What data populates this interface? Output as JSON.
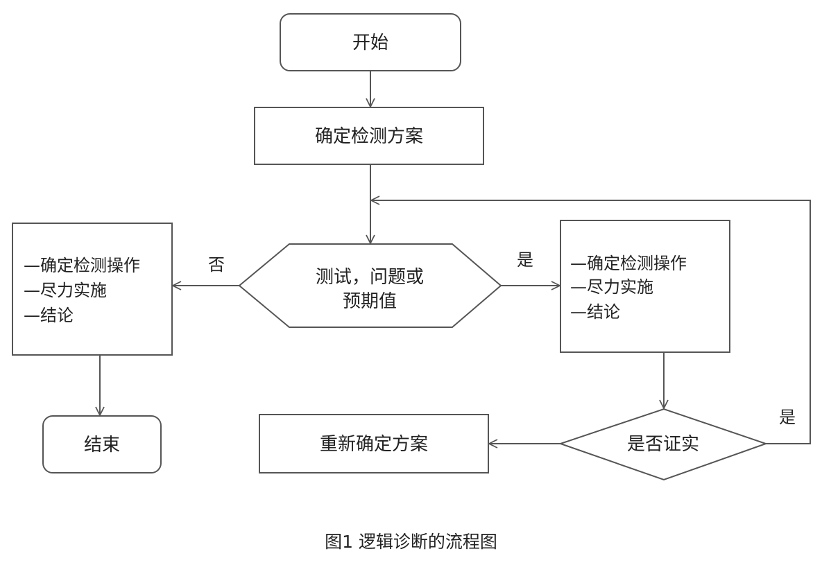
{
  "diagram": {
    "nodes": {
      "start": {
        "label": "开始"
      },
      "plan": {
        "label": "确定检测方案"
      },
      "test": {
        "lines": [
          "测试，问题或",
          "预期值"
        ]
      },
      "left_box": {
        "items": [
          "—确定检测操作",
          "—尽力实施",
          "—结论"
        ]
      },
      "right_box": {
        "items": [
          "—确定检测操作",
          "—尽力实施",
          "—结论"
        ]
      },
      "end": {
        "label": "结束"
      },
      "confirm": {
        "label": "是否证实"
      },
      "replan": {
        "label": "重新确定方案"
      }
    },
    "edges": {
      "no_label": "否",
      "yes_label": "是",
      "loop_yes_label": "是"
    },
    "caption": "图1  逻辑诊断的流程图"
  },
  "colors": {
    "stroke": "#555555",
    "text": "#222222"
  }
}
